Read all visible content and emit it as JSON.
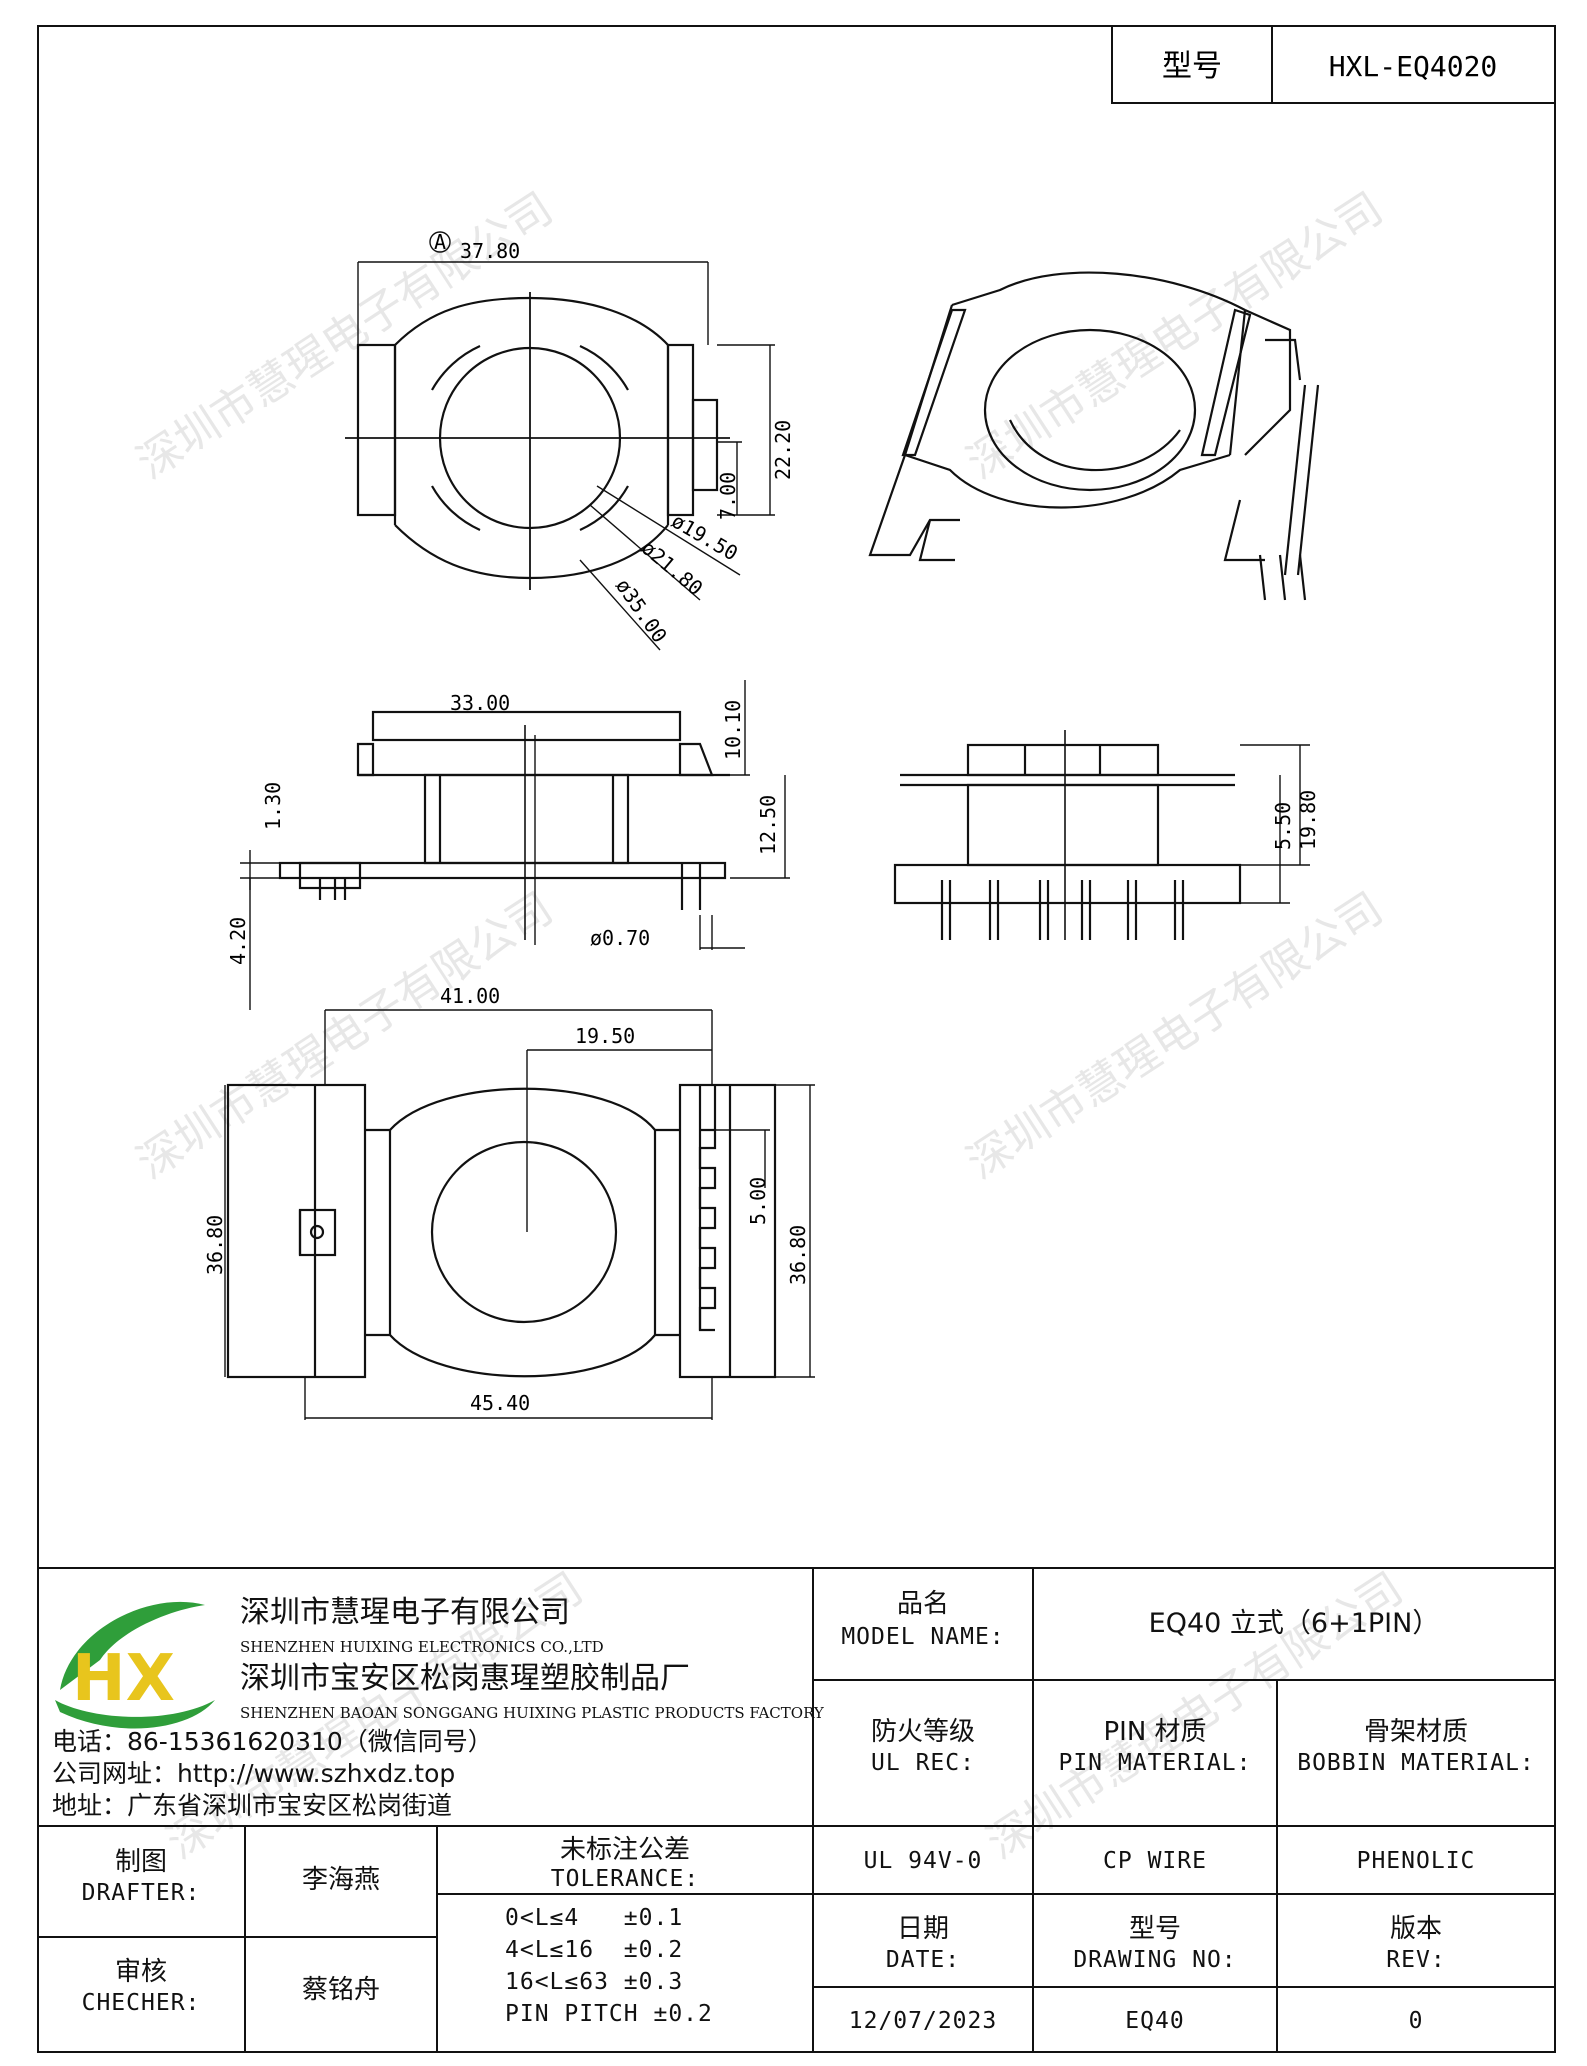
{
  "model_box": {
    "label": "型号",
    "value": "HXL-EQ4020"
  },
  "watermark": "深圳市慧瑆电子有限公司",
  "dimensions": {
    "A": "37.80",
    "B": "22.20",
    "C": "7.00",
    "D": "ø19.50",
    "E": "ø21.80",
    "F": "ø35.00",
    "G": "33.00",
    "H": "10.10",
    "I": "12.50",
    "J": "1.30",
    "K": "4.20",
    "L": "ø0.70",
    "M": "5.50",
    "N": "19.80",
    "O": "41.00",
    "P": "19.50",
    "Q": "36.80",
    "R": "36.80",
    "S": "5.00",
    "T": "45.40"
  },
  "company": {
    "logo_letters": "HX",
    "name_cn_1": "深圳市慧瑆电子有限公司",
    "name_en_1": "SHENZHEN HUIXING ELECTRONICS CO.,LTD",
    "name_cn_2": "深圳市宝安区松岗惠瑆塑胶制品厂",
    "name_en_2": "SHENZHEN BAOAN SONGGANG HUIXING PLASTIC PRODUCTS FACTORY",
    "phone": "电话：86-15361620310（微信同号）",
    "website": "公司网址：http://www.szhxdz.top",
    "address": "地址：广东省深圳市宝安区松岗街道"
  },
  "title_block": {
    "model_name_cn": "品名",
    "model_name_en": "MODEL NAME:",
    "model_name_value": "EQ40 立式（6+1PIN）",
    "ul_cn": "防火等级",
    "ul_en": "UL REC:",
    "pin_cn": "PIN 材质",
    "pin_en": "PIN MATERIAL:",
    "bobbin_cn": "骨架材质",
    "bobbin_en": "BOBBIN MATERIAL:",
    "ul_value": "UL 94V-0",
    "pin_value": "CP WIRE",
    "bobbin_value": "PHENOLIC",
    "drafter_cn": "制图",
    "drafter_en": "DRAFTER:",
    "drafter_name": "李海燕",
    "checker_cn": "审核",
    "checker_en": "CHECHER:",
    "checker_name": "蔡铭舟",
    "tolerance_cn": "未标注公差",
    "tolerance_en": "TOLERANCE:",
    "tolerance_lines": [
      "0<L≤4   ±0.1",
      "4<L≤16  ±0.2",
      "16<L≤63 ±0.3",
      "PIN PITCH ±0.2"
    ],
    "date_cn": "日期",
    "date_en": "DATE:",
    "date_value": "12/07/2023",
    "drawing_cn": "型号",
    "drawing_en": "DRAWING NO:",
    "drawing_value": "EQ40",
    "rev_cn": "版本",
    "rev_en": "REV:",
    "rev_value": "0"
  },
  "colors": {
    "logo_green": "#2f9e3a",
    "logo_yellow": "#e8c51d",
    "line": "#111111"
  }
}
